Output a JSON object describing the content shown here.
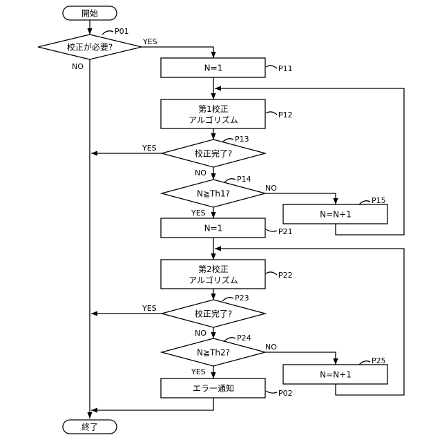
{
  "nodes": {
    "start": "開始",
    "d_p01": "校正が必要?",
    "p11": "N=1",
    "p12_line1": "第1校正",
    "p12_line2": "アルゴリズム",
    "d_p13": "校正完了?",
    "d_p14": "N≧Th1?",
    "p15": "N=N+1",
    "p21": "N=1",
    "p22_line1": "第2校正",
    "p22_line2": "アルゴリズム",
    "d_p23": "校正完了?",
    "d_p24": "N≧Th2?",
    "p25": "N=N+1",
    "p02": "エラー通知",
    "end": "終了"
  },
  "refs": {
    "p01": "P01",
    "p11": "P11",
    "p12": "P12",
    "p13": "P13",
    "p14": "P14",
    "p15": "P15",
    "p21": "P21",
    "p22": "P22",
    "p23": "P23",
    "p24": "P24",
    "p25": "P25",
    "p02": "P02"
  },
  "branches": {
    "p01_yes": "YES",
    "p01_no": "NO",
    "p13_yes": "YES",
    "p13_no": "NO",
    "p14_yes": "YES",
    "p14_no": "NO",
    "p23_yes": "YES",
    "p23_no": "NO",
    "p24_yes": "YES",
    "p24_no": "NO"
  }
}
